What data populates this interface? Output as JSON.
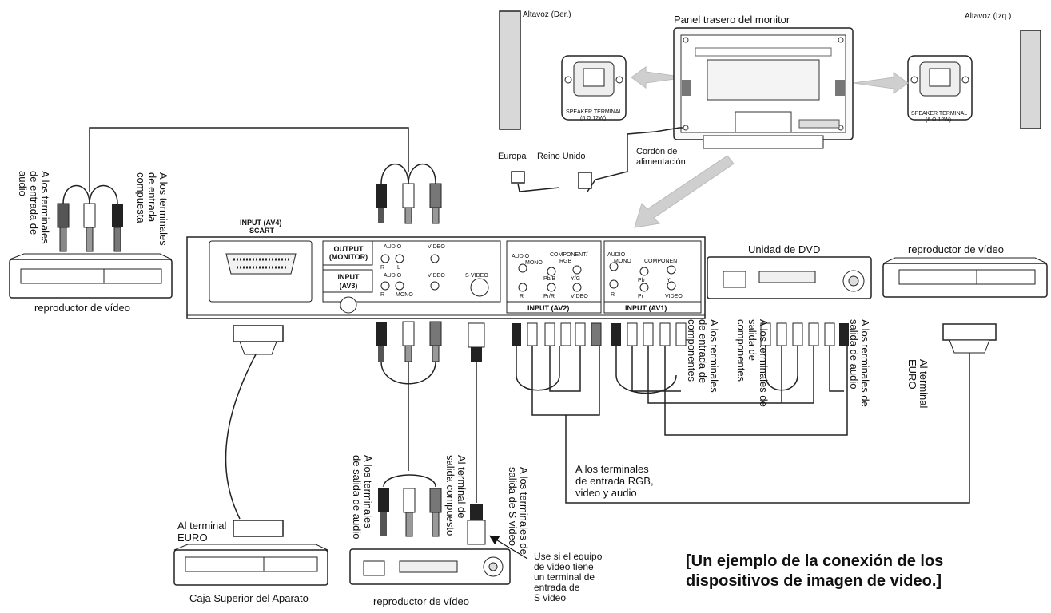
{
  "title_monitor_panel": "Panel trasero del monitor",
  "speaker_right": "Altavoz (Der.)",
  "speaker_left": "Altavoz (Izq.)",
  "speaker_terminal_label": "SPEAKER TERMINAL",
  "speaker_terminal_spec": "(6 Ω 12W)",
  "power_europe": "Europa",
  "power_uk": "Reino Unido",
  "power_cord": [
    "Cordón de",
    "alimentación"
  ],
  "panel": {
    "av4_input": "INPUT (AV4)",
    "av4_scart": "SCART",
    "output_monitor": [
      "OUTPUT",
      "(MONITOR)"
    ],
    "input_av3": [
      "INPUT",
      "(AV3)"
    ],
    "audio": "AUDIO",
    "video": "VIDEO",
    "svideo": "S-VIDEO",
    "mono": "MONO",
    "component_rgb": [
      "COMPONENT/",
      "RGB"
    ],
    "component": "COMPONENT",
    "r": "R",
    "l": "L",
    "pb": "Pb/B",
    "pr": "Pr/R",
    "yg": "Y/G",
    "pb2": "Pb",
    "pr2": "Pr",
    "y": "Y",
    "av2_label": "INPUT (AV2)",
    "av1_label": "INPUT (AV1)"
  },
  "devices": {
    "vcr_left": "reproductor de vídeo",
    "dvd": "Unidad de DVD",
    "vcr_right": "reproductor de vídeo",
    "settop": "Caja Superior del Aparato",
    "player_bottom": "reproductor de vídeo"
  },
  "notes": {
    "to_audio_input": [
      "A los terminales",
      "de entrada de",
      "audio"
    ],
    "to_composite_input": [
      "A los terminales",
      "de entrada",
      "compuesta"
    ],
    "to_component_input": [
      "A los terminales",
      "de entrada de",
      "componentes"
    ],
    "to_component_output": [
      "A los terminales de",
      "salida de",
      "componentes"
    ],
    "to_audio_output_right": [
      "A los terminales de",
      "salida de audio"
    ],
    "to_euro_right": [
      "Al terminal",
      "EURO"
    ],
    "to_audio_output_bottom": [
      "A los terminales",
      "de salida de audio"
    ],
    "to_composite_output": [
      "Al terminal de",
      "salida compuesto"
    ],
    "to_svideo_output": [
      "A los terminales de",
      "salida de S video"
    ],
    "to_rgb_input": [
      "A los terminales",
      "de entrada RGB,",
      "video y audio"
    ],
    "to_euro_left": [
      "Al terminal",
      "EURO"
    ],
    "svideo_note": [
      "Use si el equipo",
      "de video tiene",
      "un terminal de",
      "entrada de",
      "S video"
    ]
  },
  "caption": [
    "[Un ejemplo de la conexión de los",
    "dispositivos de imagen de video.]"
  ]
}
